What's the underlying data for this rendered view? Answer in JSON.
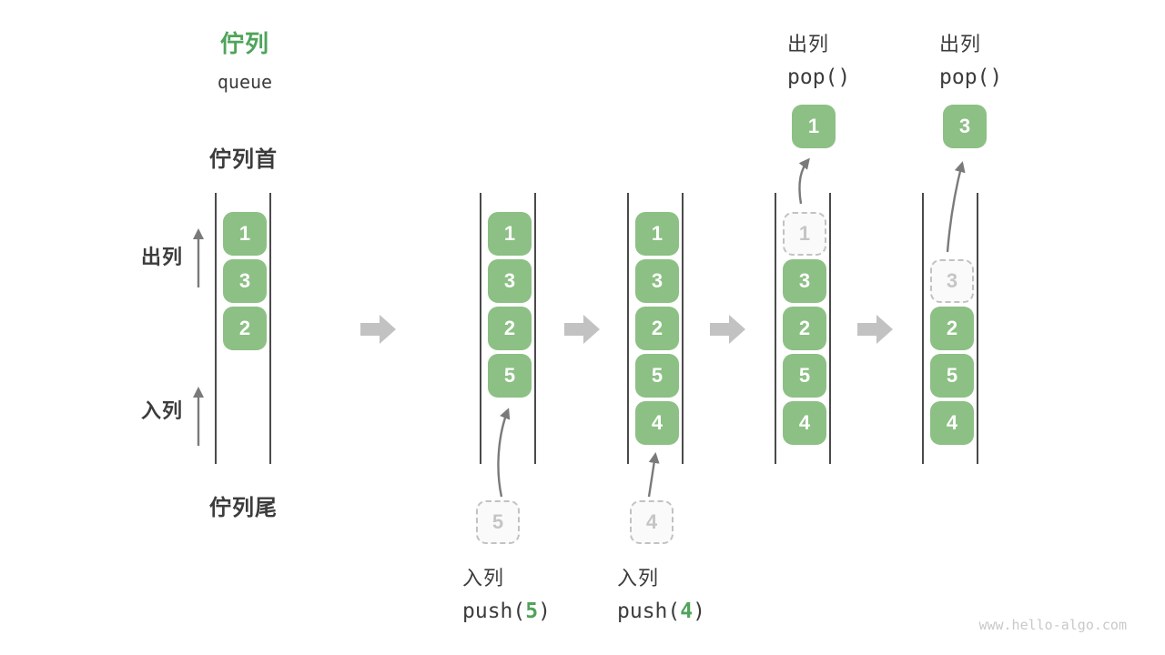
{
  "title": {
    "zh": "佇列",
    "en": "queue"
  },
  "labels": {
    "front": "佇列首",
    "rear": "佇列尾",
    "dequeue": "出列",
    "enqueue": "入列"
  },
  "columns": [
    {
      "cells": [
        {
          "v": "1",
          "state": "filled"
        },
        {
          "v": "3",
          "state": "filled"
        },
        {
          "v": "2",
          "state": "filled"
        },
        {
          "v": "",
          "state": "none"
        },
        {
          "v": "",
          "state": "none"
        }
      ]
    },
    {
      "incoming": "5",
      "cells": [
        {
          "v": "1",
          "state": "filled"
        },
        {
          "v": "3",
          "state": "filled"
        },
        {
          "v": "2",
          "state": "filled"
        },
        {
          "v": "5",
          "state": "filled"
        },
        {
          "v": "",
          "state": "none"
        }
      ]
    },
    {
      "incoming": "4",
      "cells": [
        {
          "v": "1",
          "state": "filled"
        },
        {
          "v": "3",
          "state": "filled"
        },
        {
          "v": "2",
          "state": "filled"
        },
        {
          "v": "5",
          "state": "filled"
        },
        {
          "v": "4",
          "state": "filled"
        }
      ]
    },
    {
      "popped": "1",
      "cells": [
        {
          "v": "1",
          "state": "ghost"
        },
        {
          "v": "3",
          "state": "filled"
        },
        {
          "v": "2",
          "state": "filled"
        },
        {
          "v": "5",
          "state": "filled"
        },
        {
          "v": "4",
          "state": "filled"
        }
      ]
    },
    {
      "popped": "3",
      "cells": [
        {
          "v": "",
          "state": "none"
        },
        {
          "v": "3",
          "state": "ghost"
        },
        {
          "v": "2",
          "state": "filled"
        },
        {
          "v": "5",
          "state": "filled"
        },
        {
          "v": "4",
          "state": "filled"
        }
      ]
    }
  ],
  "operations": {
    "push_a": {
      "label": "入列",
      "code_open": "push(",
      "arg": "5",
      "code_close": ")"
    },
    "push_b": {
      "label": "入列",
      "code_open": "push(",
      "arg": "4",
      "code_close": ")"
    },
    "pop_a": {
      "label": "出列",
      "code": "pop()"
    },
    "pop_b": {
      "label": "出列",
      "code": "pop()"
    }
  },
  "watermark": "www.hello-algo.com",
  "colors": {
    "box_green": "#8CC084",
    "title_green": "#4FA45A",
    "arg_green": "#4FA45A",
    "text_dark": "#3C3C3C",
    "ghost_border": "#C2C2C2",
    "ghost_text": "#C5C5C5",
    "rail": "#4A4A4A",
    "block_arrow": "#C2C2C2",
    "thin_arrow": "#7A7A7A",
    "watermark": "#C9C9C9"
  }
}
